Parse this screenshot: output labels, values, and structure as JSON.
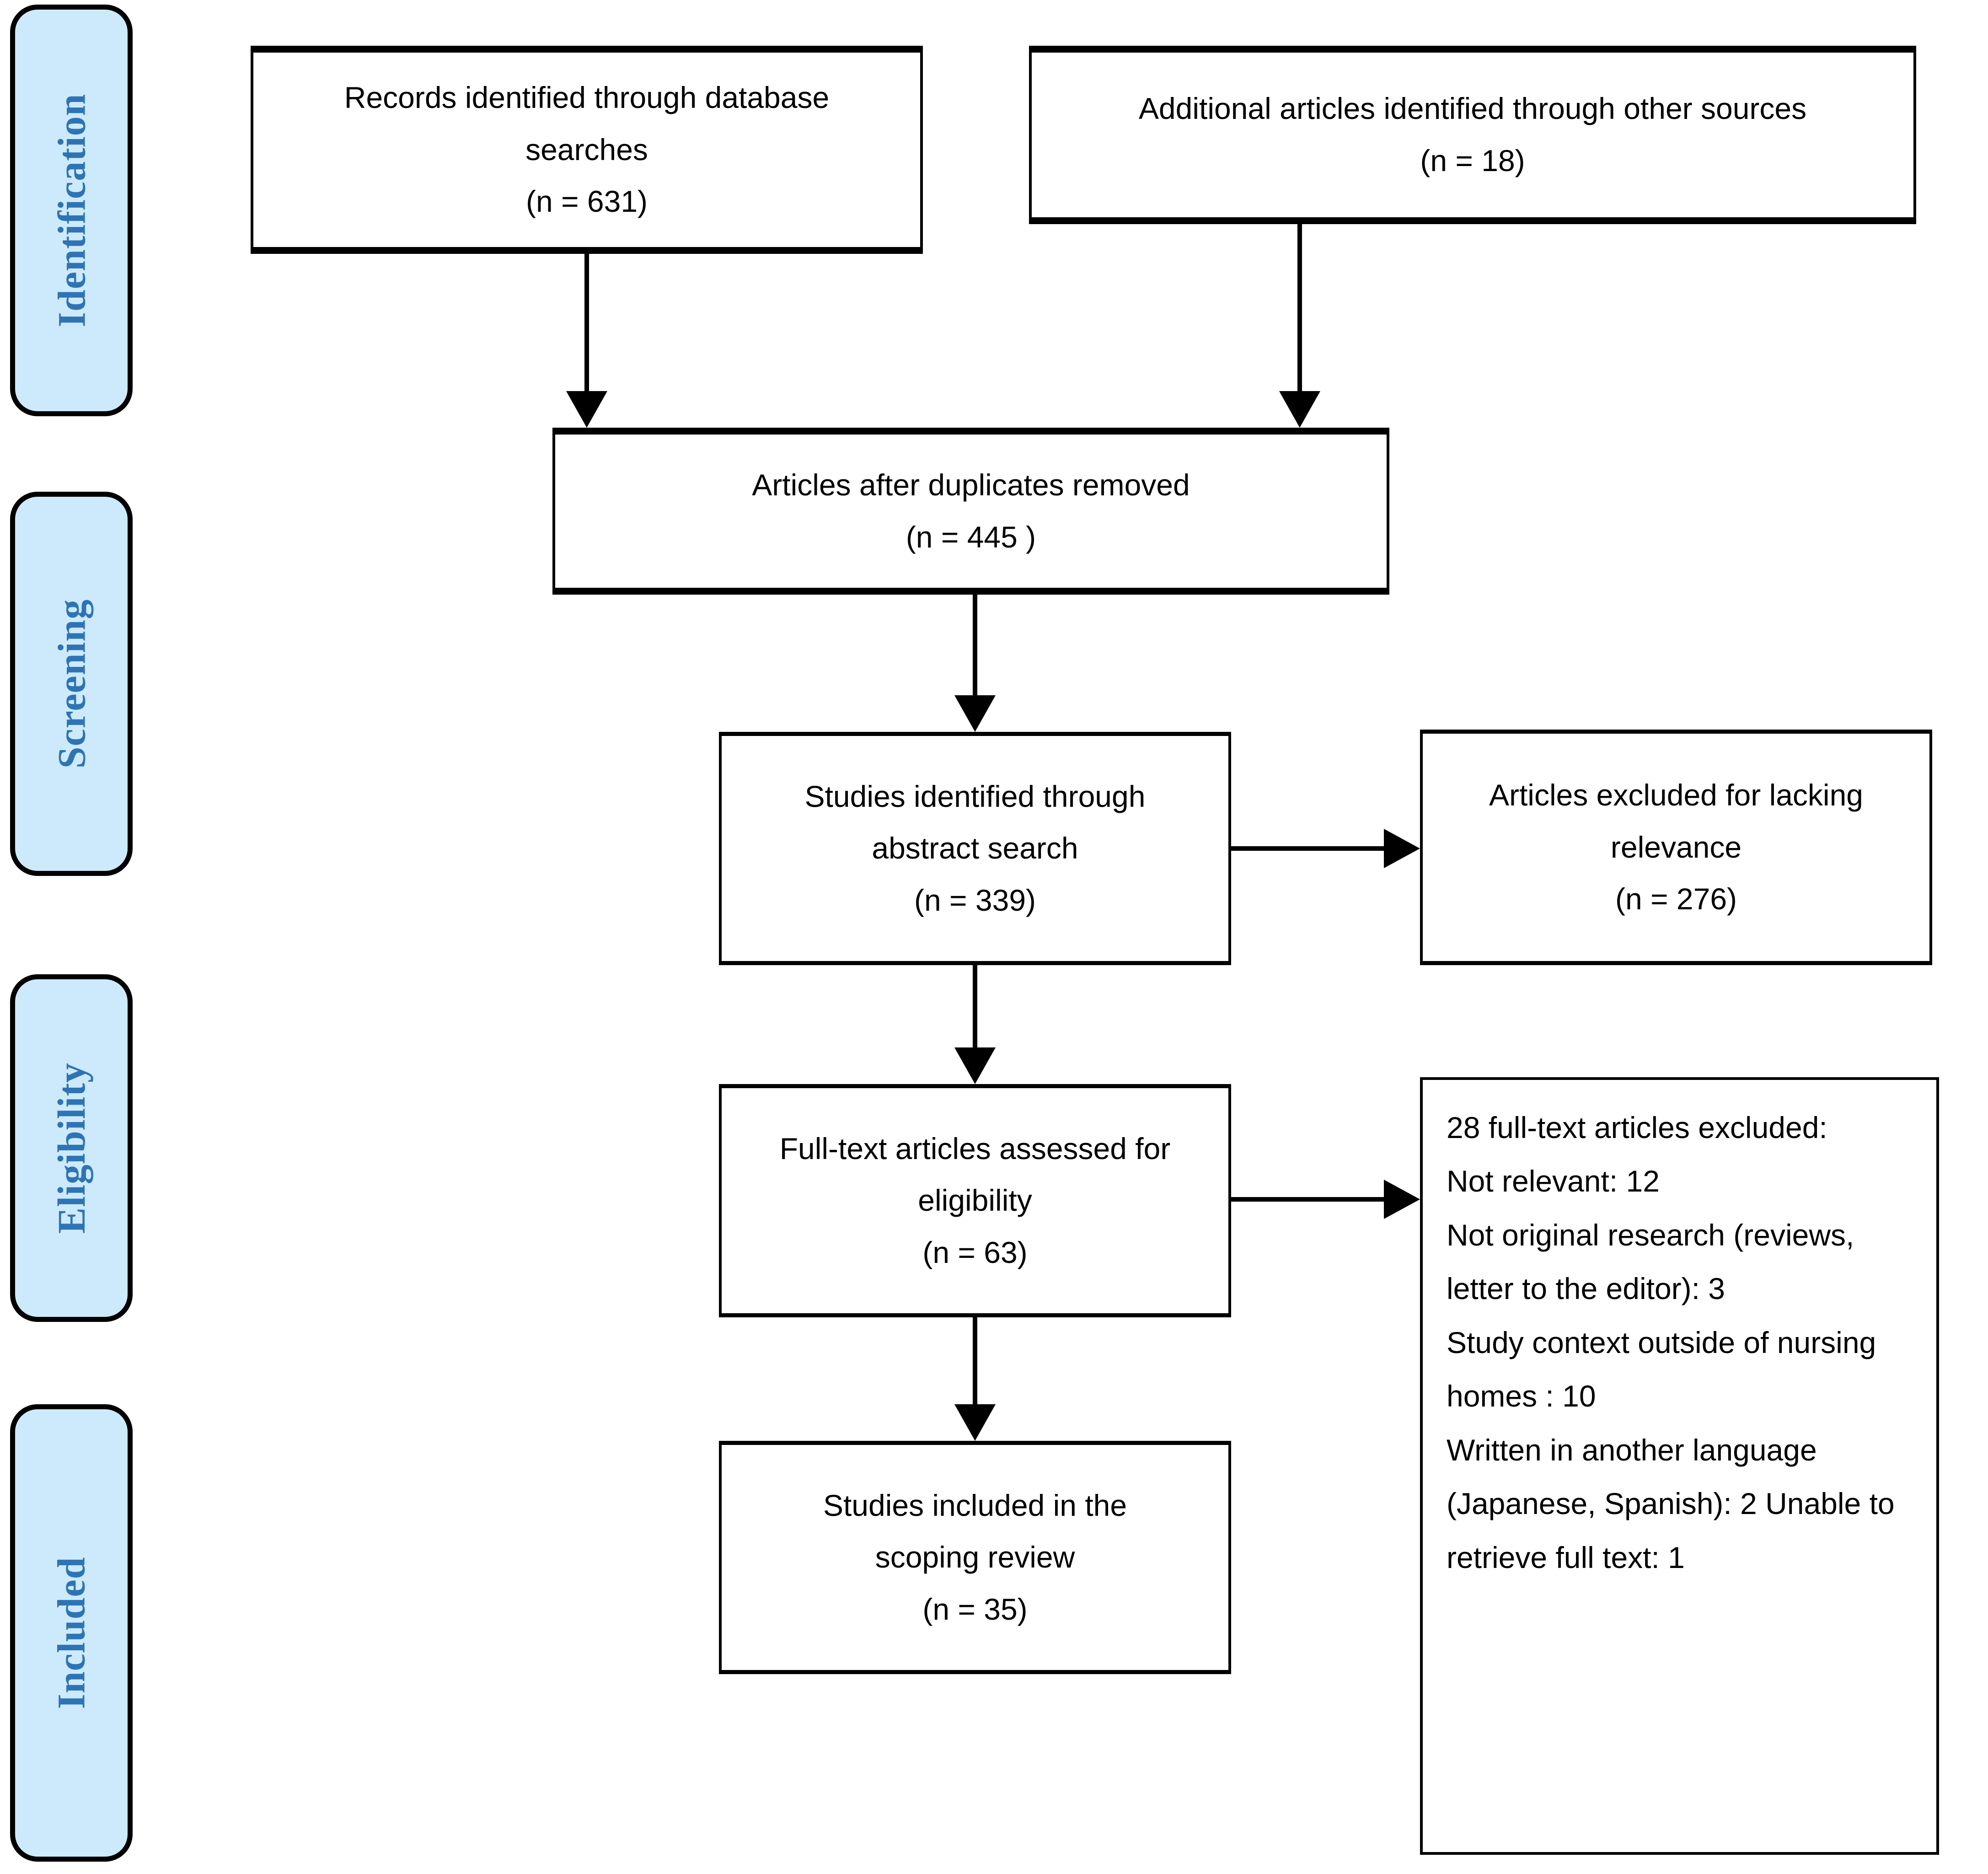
{
  "diagram": {
    "title": "PRISMA flow diagram",
    "accent_color": "#2e74b5",
    "stage_fill_color": "#cdeafc",
    "stages": [
      {
        "id": "identification",
        "label": "Identification"
      },
      {
        "id": "screening",
        "label": "Screening"
      },
      {
        "id": "eligibility",
        "label": "Eligibility"
      },
      {
        "id": "included",
        "label": "Included"
      }
    ],
    "boxes": {
      "db_records": {
        "line1": "Records identified through database",
        "line2": "searches",
        "line3": "(n = 631)"
      },
      "other_sources": {
        "line1": "Additional articles identified through other sources",
        "line2": "(n = 18)"
      },
      "dedup": {
        "line1": "Articles after duplicates removed",
        "line2": "(n = 445 )"
      },
      "abstract_screen": {
        "line1": "Studies identified through",
        "line2": "abstract search",
        "line3": "(n = 339)"
      },
      "excluded_relevance": {
        "line1": "Articles excluded for lacking",
        "line2": "relevance",
        "line3": "(n = 276)"
      },
      "fulltext_assess": {
        "line1": "Full-text articles assessed for",
        "line2": "eligibility",
        "line3": "(n = 63)"
      },
      "exclusion_reasons": {
        "line1": "28 full-text articles excluded:",
        "line2": "Not relevant: 12",
        "line3": "Not original research (reviews,",
        "line4": "letter to the editor): 3",
        "line5": "Study context outside of nursing",
        "line6": "homes : 10",
        "line7": "Written in another language",
        "line8": "(Japanese, Spanish): 2 Unable to",
        "line9": "retrieve full text: 1"
      },
      "included": {
        "line1": "Studies included in the",
        "line2": "scoping review",
        "line3": "(n = 35)"
      }
    },
    "counts": {
      "database_records": 631,
      "other_sources": 18,
      "after_duplicates": 445,
      "abstract_screened": 339,
      "excluded_lacking_relevance": 276,
      "fulltext_assessed": 63,
      "fulltext_excluded_total": 28,
      "excluded_not_relevant": 12,
      "excluded_not_original_research": 3,
      "excluded_outside_nursing_homes": 10,
      "excluded_another_language": 2,
      "excluded_unable_to_retrieve": 1,
      "included_studies": 35
    }
  }
}
